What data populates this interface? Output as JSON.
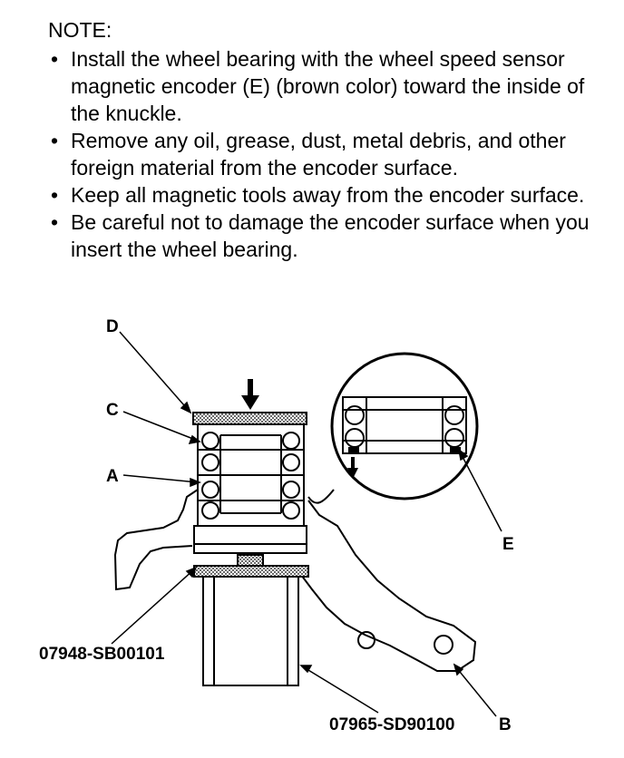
{
  "note": {
    "heading": "NOTE:",
    "items": [
      "Install the wheel bearing with the wheel speed sensor magnetic encoder (E) (brown color) toward the inside of the knuckle.",
      "Remove any oil, grease, dust, metal debris, and other foreign material from the encoder surface.",
      "Keep all magnetic tools away from the encoder surface.",
      "Be careful not to damage the encoder surface when you insert the wheel bearing."
    ]
  },
  "diagram": {
    "labels": {
      "d": "D",
      "c": "C",
      "a": "A",
      "e": "E",
      "b": "B",
      "tool_left": "07948-SB00101",
      "tool_right": "07965-SD90100"
    }
  }
}
